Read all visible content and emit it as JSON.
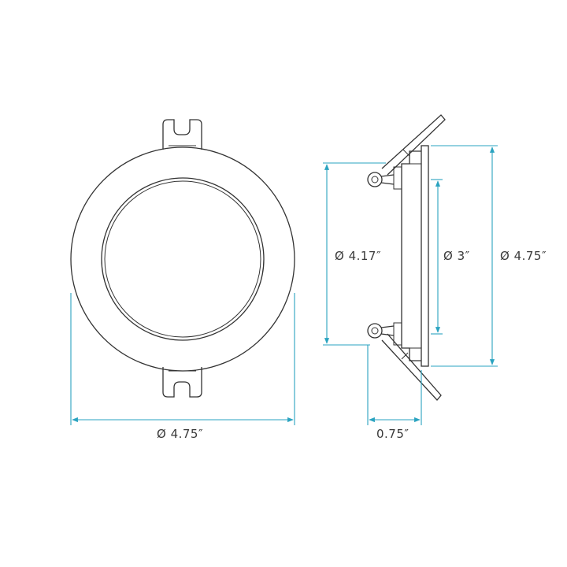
{
  "front_view": {
    "outer_diameter_label": "Ø 4.75″"
  },
  "side_view": {
    "cutout_label": "Ø 4.17″",
    "aperture_label": "Ø 3″",
    "trim_diameter_label": "Ø 4.75″",
    "depth_label": "0.75″"
  },
  "colors": {
    "outline": "#333333",
    "dimension": "#2aa3c0"
  }
}
